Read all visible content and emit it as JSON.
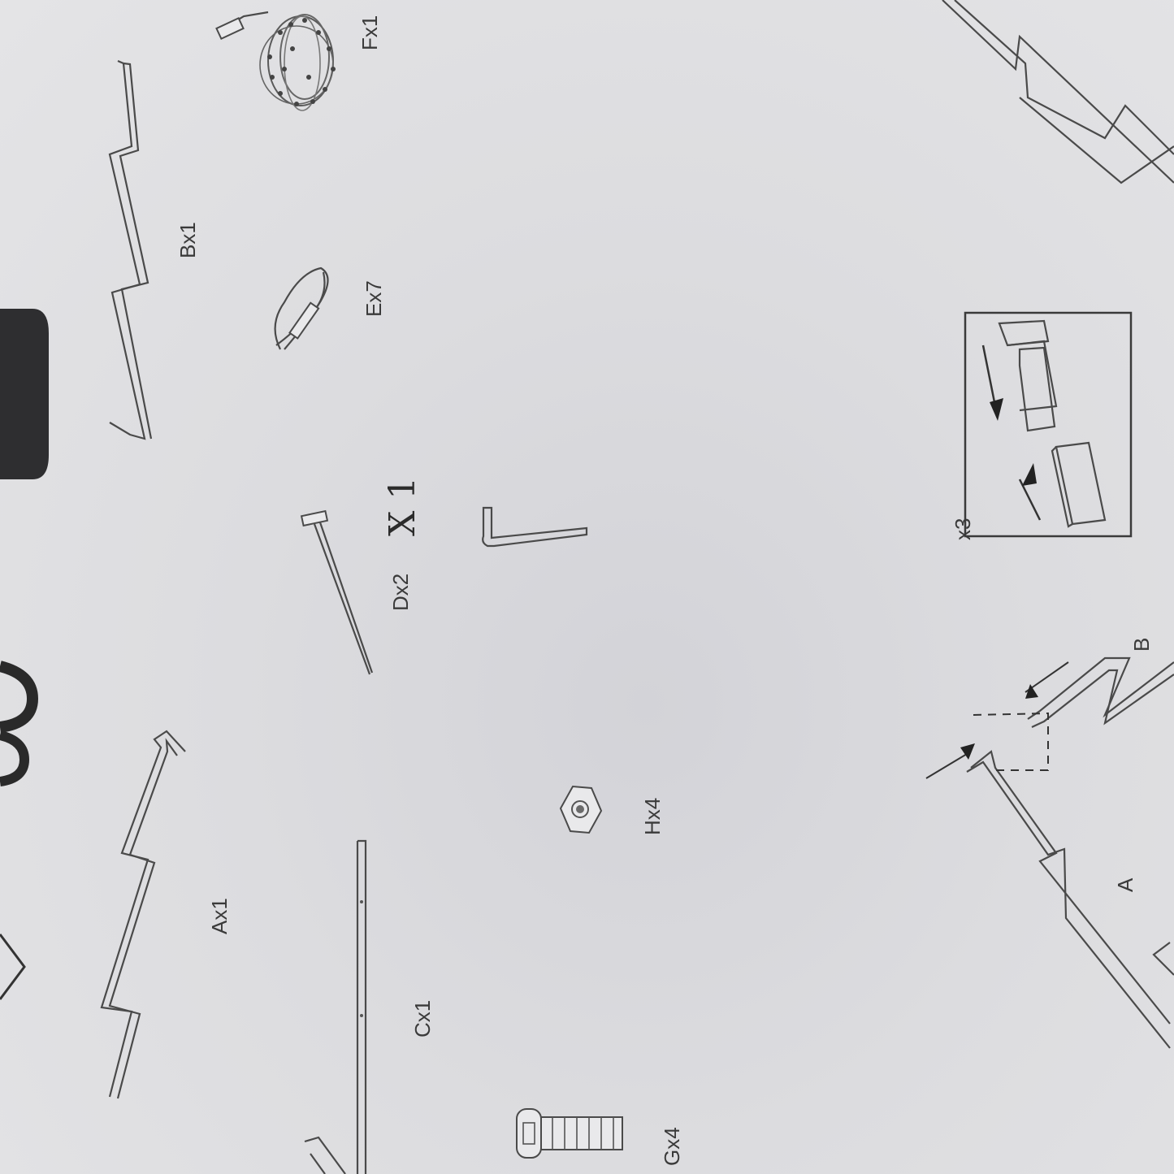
{
  "parts": {
    "a": "Ax1",
    "b": "Bx1",
    "c": "Cx1",
    "d": "Dx2",
    "d_handwritten": "X 1",
    "e": "Ex7",
    "f": "Fx1",
    "g": "Gx4",
    "h": "Hx4"
  },
  "steps": {
    "detail_count": "x3",
    "label_a": "A",
    "label_b": "B"
  }
}
